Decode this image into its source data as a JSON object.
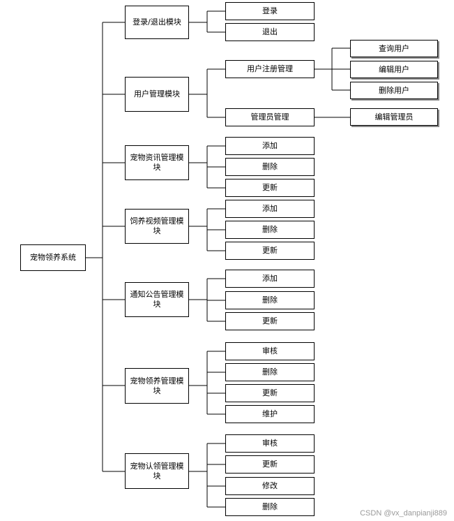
{
  "diagram": {
    "root": {
      "label": "宠物领养系统"
    },
    "modules": [
      {
        "label": "登录/退出模块",
        "children": [
          {
            "label": "登录"
          },
          {
            "label": "退出"
          }
        ]
      },
      {
        "label": "用户管理模块",
        "children": [
          {
            "label": "用户注册管理",
            "children": [
              {
                "label": "查询用户"
              },
              {
                "label": "编辑用户"
              },
              {
                "label": "删除用户"
              }
            ]
          },
          {
            "label": "管理员管理",
            "children": [
              {
                "label": "编辑管理员"
              }
            ]
          }
        ]
      },
      {
        "label": "宠物资讯管理模块",
        "children": [
          {
            "label": "添加"
          },
          {
            "label": "删除"
          },
          {
            "label": "更新"
          }
        ]
      },
      {
        "label": "饲养视频管理模块",
        "children": [
          {
            "label": "添加"
          },
          {
            "label": "删除"
          },
          {
            "label": "更新"
          }
        ]
      },
      {
        "label": "通知公告管理模块",
        "children": [
          {
            "label": "添加"
          },
          {
            "label": "删除"
          },
          {
            "label": "更新"
          }
        ]
      },
      {
        "label": "宠物领养管理模块",
        "children": [
          {
            "label": "审核"
          },
          {
            "label": "删除"
          },
          {
            "label": "更新"
          },
          {
            "label": "维护"
          }
        ]
      },
      {
        "label": "宠物认领管理模块",
        "children": [
          {
            "label": "审核"
          },
          {
            "label": "更新"
          },
          {
            "label": "修改"
          },
          {
            "label": "删除"
          }
        ]
      }
    ]
  },
  "watermark": "CSDN @vx_danpianji889"
}
